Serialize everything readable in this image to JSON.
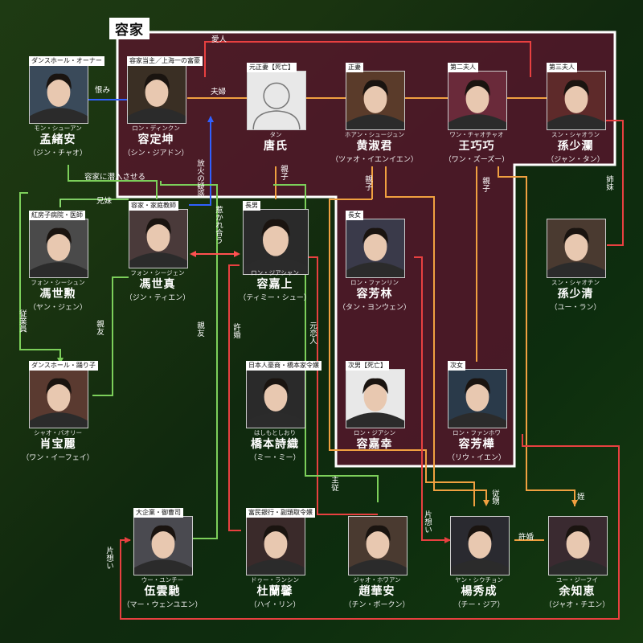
{
  "family": {
    "title": "容家"
  },
  "people": [
    {
      "id": "rong_dingkun",
      "tag": "容家当主／上海一の富豪",
      "kana": "ロン・ディンクン",
      "name": "容定坤",
      "actor": "（シン・ジアドン）",
      "accent": "#3a2f24",
      "dead": false
    },
    {
      "id": "tang",
      "tag": "元正妻【死亡】",
      "kana": "タン",
      "name": "唐氏",
      "actor": "",
      "accent": "#9a9a9a",
      "dead": true
    },
    {
      "id": "huang_shujun",
      "tag": "正妻",
      "kana": "ホアン・シュージュン",
      "name": "黄淑君",
      "actor": "（ツァオ・イエンイエン）",
      "accent": "#5a3b2a",
      "dead": false
    },
    {
      "id": "wang_qiaoqiao",
      "tag": "第二夫人",
      "kana": "ワン・チャオチャオ",
      "name": "王巧巧",
      "actor": "（ワン・ズーズー）",
      "accent": "#6a2a3a",
      "dead": false
    },
    {
      "id": "sun_shaolan",
      "tag": "第三夫人",
      "kana": "スン・シャオラン",
      "name": "孫少瀾",
      "actor": "（ジャン・タン）",
      "accent": "#5e2a2a",
      "dead": false
    },
    {
      "id": "meng_xuan",
      "tag": "ダンスホール・オーナー",
      "kana": "モン・シューアン",
      "name": "孟緒安",
      "actor": "（ジン・チャオ）",
      "accent": "#3a4a5a",
      "dead": false
    },
    {
      "id": "feng_shixun",
      "tag": "紅房子病院・医師",
      "kana": "フォン・シーシュン",
      "name": "馮世勲",
      "actor": "（ヤン・ジェン）",
      "accent": "#4a4a4a",
      "dead": false
    },
    {
      "id": "feng_shizhen",
      "tag": "容家・家庭教師",
      "kana": "フォン・シージェン",
      "name": "馮世真",
      "actor": "（ジン・ティエン）",
      "accent": "#4a3a3a",
      "dead": false
    },
    {
      "id": "rong_jiashang",
      "tag": "長男",
      "kana": "ロン・ジアシャン",
      "name": "容嘉上",
      "actor": "（ティミー・シュー）",
      "accent": "#2a2a2a",
      "dead": false
    },
    {
      "id": "rong_fanglin",
      "tag": "長女",
      "kana": "ロン・ファンリン",
      "name": "容芳林",
      "actor": "（タン・ヨンウェン）",
      "accent": "#3a3a4a",
      "dead": false
    },
    {
      "id": "sun_shaoqing",
      "tag": "",
      "kana": "スン・シャオチン",
      "name": "孫少清",
      "actor": "（ユー・ラン）",
      "accent": "#4a3a30",
      "dead": false
    },
    {
      "id": "xiao_baoli",
      "tag": "ダンスホール・踊り子",
      "kana": "シャオ・バオリー",
      "name": "肖宝麗",
      "actor": "（ワン・イーフェイ）",
      "accent": "#5a3a30",
      "dead": false
    },
    {
      "id": "hashimoto",
      "tag": "日本人豪商・橋本家令嬢",
      "kana": "はしもとしおり",
      "name": "橋本詩織",
      "actor": "（ミー・ミー）",
      "accent": "#2a2a2a",
      "dead": false
    },
    {
      "id": "rong_jiaxing",
      "tag": "次男【死亡】",
      "kana": "ロン・ジアシン",
      "name": "容嘉幸",
      "actor": "",
      "accent": "#3a4030",
      "dead": true
    },
    {
      "id": "rong_fanghua",
      "tag": "次女",
      "kana": "ロン・ファンホワ",
      "name": "容芳樺",
      "actor": "（リウ・イエン）",
      "accent": "#2a3a4a",
      "dead": false
    },
    {
      "id": "wu_yunchi",
      "tag": "大企業・御曹司",
      "kana": "ウー・ユンチー",
      "name": "伍雲馳",
      "actor": "（マー・ウェンユエン）",
      "accent": "#4a4a50",
      "dead": false
    },
    {
      "id": "du_lanxin",
      "tag": "富民銀行・副頭取令嬢",
      "kana": "ドゥー・ランシン",
      "name": "杜蘭馨",
      "actor": "（ハイ・リン）",
      "accent": "#3a2a2a",
      "dead": false
    },
    {
      "id": "zhao_huaan",
      "tag": "",
      "kana": "ジャオ・ホワアン",
      "name": "趙華安",
      "actor": "（チン・ボークン）",
      "accent": "#4a3a30",
      "dead": false
    },
    {
      "id": "yang_xiucheng",
      "tag": "",
      "kana": "ヤン・シウチョン",
      "name": "楊秀成",
      "actor": "（チー・ジア）",
      "accent": "#2a2a30",
      "dead": false
    },
    {
      "id": "yu_zhihui",
      "tag": "",
      "kana": "ユー・ジーフイ",
      "name": "余知恵",
      "actor": "（ジャオ・チエン）",
      "accent": "#3a2a30",
      "dead": false
    }
  ],
  "relations": [
    {
      "id": "lover",
      "text": "愛人",
      "dir": "h"
    },
    {
      "id": "grudge",
      "text": "恨み",
      "dir": "h"
    },
    {
      "id": "couple",
      "text": "夫婦",
      "dir": "h"
    },
    {
      "id": "infiltrate",
      "text": "容家に潜入させる",
      "dir": "h"
    },
    {
      "id": "siblings",
      "text": "兄妹",
      "dir": "h"
    },
    {
      "id": "arson",
      "text": "放火の疑惑",
      "dir": "v"
    },
    {
      "id": "parent_child_1",
      "text": "親子",
      "dir": "v"
    },
    {
      "id": "parent_child_2",
      "text": "親子",
      "dir": "v"
    },
    {
      "id": "parent_child_3",
      "text": "親子",
      "dir": "v"
    },
    {
      "id": "sisters",
      "text": "姉妹",
      "dir": "v"
    },
    {
      "id": "attracted",
      "text": "惹かれ合う",
      "dir": "v"
    },
    {
      "id": "employee",
      "text": "従業員",
      "dir": "v"
    },
    {
      "id": "friend_1",
      "text": "親友",
      "dir": "v"
    },
    {
      "id": "friend_2",
      "text": "親友",
      "dir": "v"
    },
    {
      "id": "engaged_1",
      "text": "許婚",
      "dir": "v"
    },
    {
      "id": "ex_lover",
      "text": "元恋人",
      "dir": "v"
    },
    {
      "id": "master_servant",
      "text": "主従",
      "dir": "v"
    },
    {
      "id": "crush_1",
      "text": "片想い",
      "dir": "v"
    },
    {
      "id": "crush_2",
      "text": "片想い",
      "dir": "v"
    },
    {
      "id": "cousin_1",
      "text": "従甥",
      "dir": "v"
    },
    {
      "id": "cousin_2",
      "text": "姪",
      "dir": "h"
    },
    {
      "id": "engaged_2",
      "text": "許婚",
      "dir": "h"
    }
  ]
}
